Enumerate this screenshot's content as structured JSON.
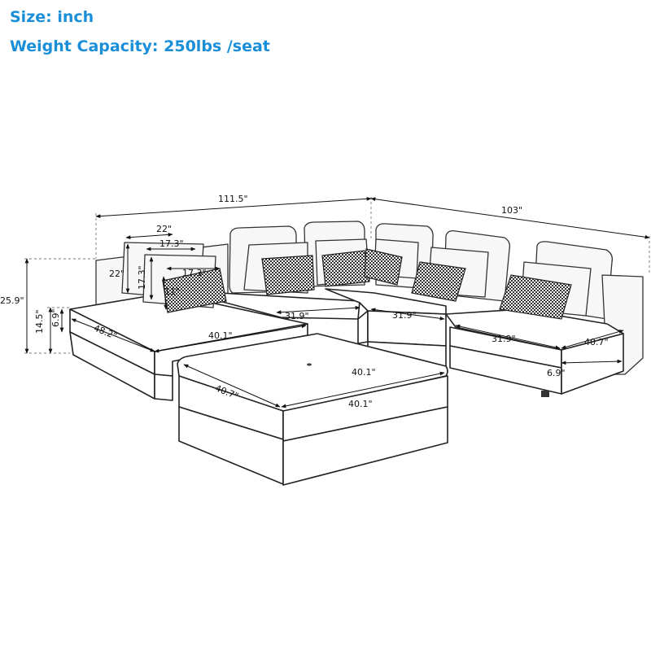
{
  "specs": {
    "size": "Size: inch",
    "weight": "Weight Capacity: 250lbs /seat"
  },
  "dimensions": {
    "overall_left_width": "111.5\"",
    "overall_right_width": "103\"",
    "back_pillow_width": "22\"",
    "back_pillow_height": "22\"",
    "throw_pillow_width_a": "17.3\"",
    "throw_pillow_height": "17.3\"",
    "throw_pillow_width_b": "17.3\"",
    "small_pillow_height": "11\"",
    "overall_height": "25.9\"",
    "seat_height": "14.5\"",
    "cushion_thickness": "6.9\"",
    "chaise_depth": "48.2\"",
    "chaise_width": "40.1\"",
    "seat_depth_a": "31.9\"",
    "seat_depth_b": "31.9\"",
    "seat_depth_c": "31.9\"",
    "armchair_width": "40.7\"",
    "arm_width": "6.9\"",
    "ottoman_depth": "40.7\"",
    "ottoman_width": "40.1\"",
    "ottoman_front_width": "40.1\""
  },
  "colors": {
    "spec_text": "#1a8fd8",
    "line": "#222222"
  }
}
